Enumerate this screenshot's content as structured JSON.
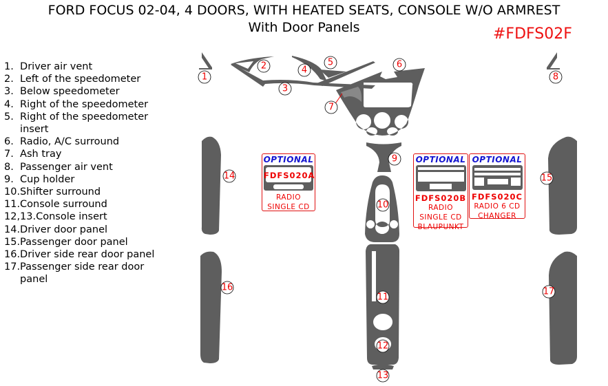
{
  "header": {
    "title": "FORD FOCUS 02-04, 4 DOORS, WITH HEATED SEATS, CONSOLE W/O ARMREST",
    "subtitle": "With Door Panels",
    "kit_code": "#FDFS02F"
  },
  "legend": [
    "1.  Driver air vent",
    "2.  Left of the speedometer",
    "3.  Below speedometer",
    "4.  Right of the speedometer",
    "5.  Right of the speedometer",
    "     insert",
    "6.  Radio, A/C surround",
    "7.  Ash tray",
    "8.  Passenger air vent",
    "9.  Cup holder",
    "10.Shifter surround",
    "11.Console surround",
    "12,13.Console insert",
    "14.Driver door panel",
    "15.Passenger door panel",
    "16.Driver side rear door panel",
    "17.Passenger side rear door",
    "     panel"
  ],
  "part_labels": [
    "1",
    "2",
    "3",
    "4",
    "5",
    "6",
    "7",
    "8",
    "9",
    "10",
    "11",
    "12",
    "13",
    "14",
    "15",
    "16",
    "17"
  ],
  "optional": [
    {
      "heading": "OPTIONAL",
      "part_number": "FDFS020A",
      "desc1": "RADIO",
      "desc2": "SINGLE CD",
      "desc3": ""
    },
    {
      "heading": "OPTIONAL",
      "part_number": "FDFS020B",
      "desc1": "RADIO",
      "desc2": "SINGLE CD",
      "desc3": "BLAUPUNKT"
    },
    {
      "heading": "OPTIONAL",
      "part_number": "FDFS020C",
      "desc1": "RADIO 6 CD",
      "desc2": "CHANGER",
      "desc3": ""
    }
  ],
  "colors": {
    "part": "#5e5e5e",
    "label": "#ee0000",
    "optional_heading": "#1515d0"
  }
}
